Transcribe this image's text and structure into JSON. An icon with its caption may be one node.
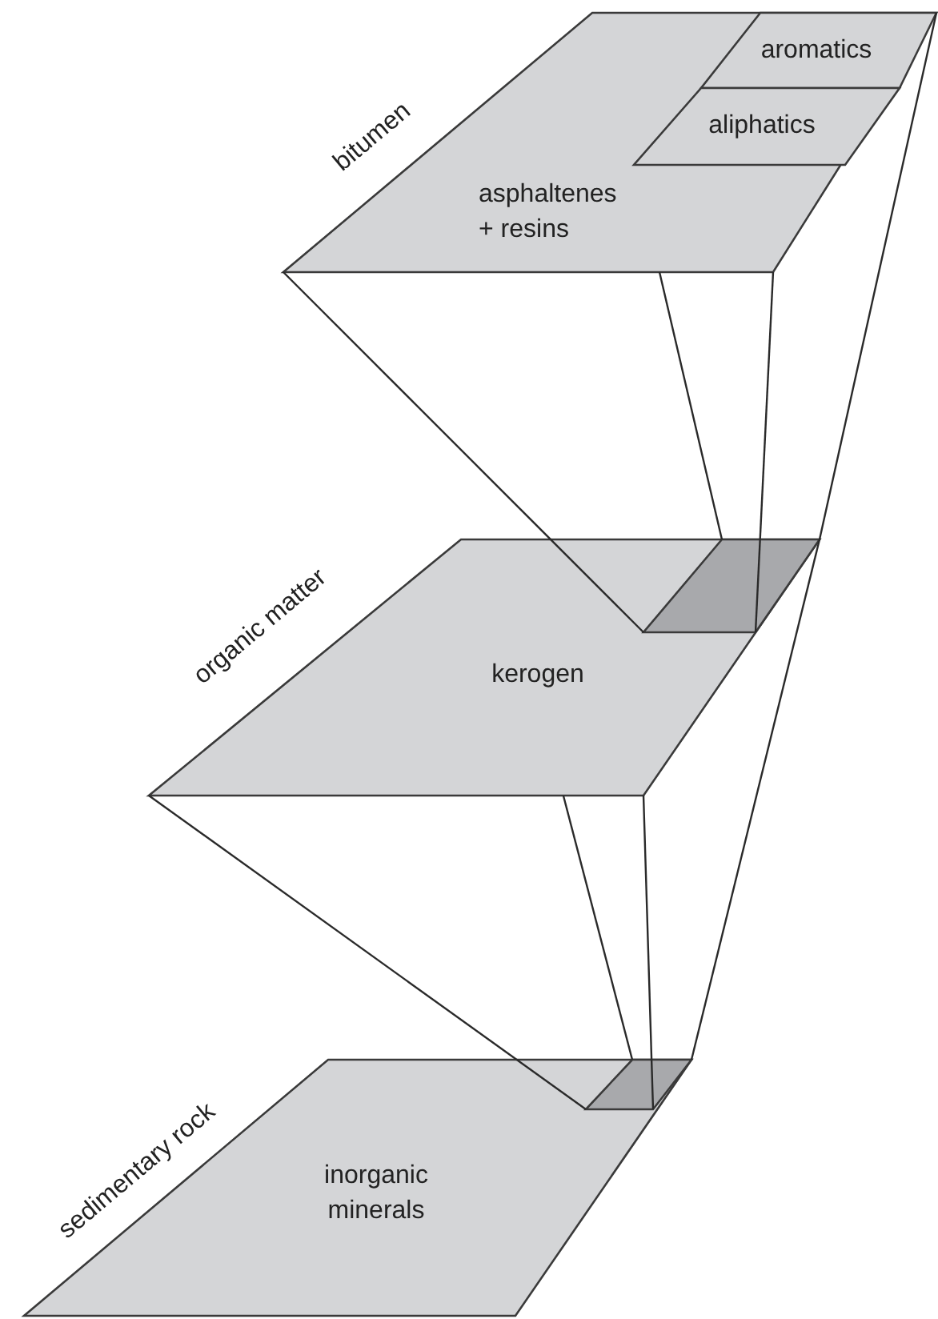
{
  "diagram": {
    "nodes": [
      {
        "text": [
          "bitumen",
          "asphaltenes + resins"
        ]
      },
      {
        "text": [
          "aromatics"
        ],
        "in": 0
      },
      {
        "text": [
          "aliphatics"
        ],
        "in": 0
      },
      {
        "text": [
          "organic matter",
          "kerogen"
        ]
      },
      {
        "text": [],
        "shape": "box",
        "in": 3
      },
      {
        "text": [
          "sedimentary rock",
          "inorganic minerals"
        ]
      },
      {
        "text": [],
        "shape": "box",
        "in": 5
      }
    ],
    "edges": [
      {
        "from": 0,
        "to": 4,
        "arrow": "none"
      },
      {
        "from": 0,
        "to": 4,
        "arrow": "none"
      },
      {
        "from": 0,
        "to": 4,
        "arrow": "none"
      },
      {
        "from": 0,
        "to": 4,
        "arrow": "none"
      },
      {
        "from": 3,
        "to": 6,
        "arrow": "none"
      },
      {
        "from": 3,
        "to": 6,
        "arrow": "none"
      },
      {
        "from": 3,
        "to": 6,
        "arrow": "none"
      },
      {
        "from": 3,
        "to": 6,
        "arrow": "none"
      }
    ]
  }
}
